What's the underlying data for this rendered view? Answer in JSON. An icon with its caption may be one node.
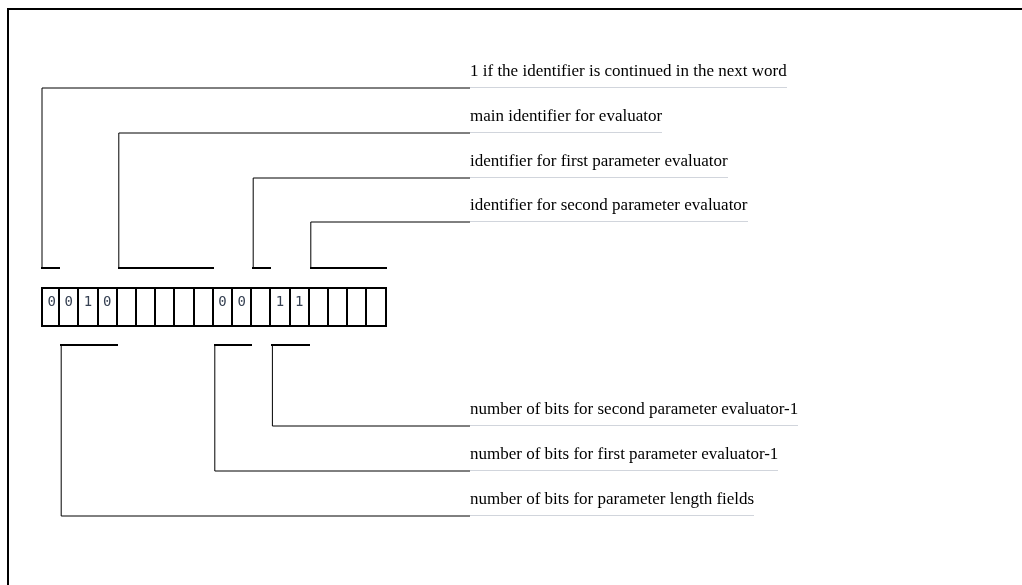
{
  "diagram": {
    "nodes": [
      {
        "text": [
          "1 if the identifier is continued in the next word"
        ]
      },
      {
        "text": [
          "main identifier for evaluator"
        ]
      },
      {
        "text": [
          "identifier for first parameter evaluator"
        ]
      },
      {
        "text": [
          "identifier for second parameter evaluator"
        ]
      },
      {
        "text": [],
        "shape": "bar"
      },
      {
        "text": [],
        "shape": "bar"
      },
      {
        "text": [],
        "shape": "bar"
      },
      {
        "text": [],
        "shape": "bar"
      },
      {
        "text": [
          "0"
        ]
      },
      {
        "text": [
          "0"
        ]
      },
      {
        "text": [
          "1"
        ]
      },
      {
        "text": [
          "0"
        ]
      },
      {
        "text": [],
        "shape": "box"
      },
      {
        "text": [],
        "shape": "box"
      },
      {
        "text": [],
        "shape": "box"
      },
      {
        "text": [],
        "shape": "box"
      },
      {
        "text": [],
        "shape": "box"
      },
      {
        "text": [
          "0"
        ]
      },
      {
        "text": [
          "0"
        ]
      },
      {
        "text": [],
        "shape": "box"
      },
      {
        "text": [
          "1"
        ]
      },
      {
        "text": [
          "1"
        ]
      },
      {
        "text": [],
        "shape": "box"
      },
      {
        "text": [],
        "shape": "box"
      },
      {
        "text": [],
        "shape": "box"
      },
      {
        "text": [],
        "shape": "box"
      },
      {
        "text": [],
        "shape": "bar"
      },
      {
        "text": [],
        "shape": "bar"
      },
      {
        "text": [],
        "shape": "bar"
      },
      {
        "text": [
          "number of bits for second parameter evaluator-1"
        ]
      },
      {
        "text": [
          "number of bits for first parameter evaluator-1"
        ]
      },
      {
        "text": [
          "number of bits for parameter length fields"
        ]
      }
    ],
    "edges": [
      {
        "from": 0,
        "to": 4,
        "arrow": "none"
      },
      {
        "from": 1,
        "to": 5,
        "arrow": "none"
      },
      {
        "from": 2,
        "to": 6,
        "arrow": "none"
      },
      {
        "from": 3,
        "to": 7,
        "arrow": "none"
      },
      {
        "from": 29,
        "to": 28,
        "arrow": "none"
      },
      {
        "from": 30,
        "to": 27,
        "arrow": "none"
      },
      {
        "from": 31,
        "to": 26,
        "arrow": "none"
      }
    ]
  }
}
